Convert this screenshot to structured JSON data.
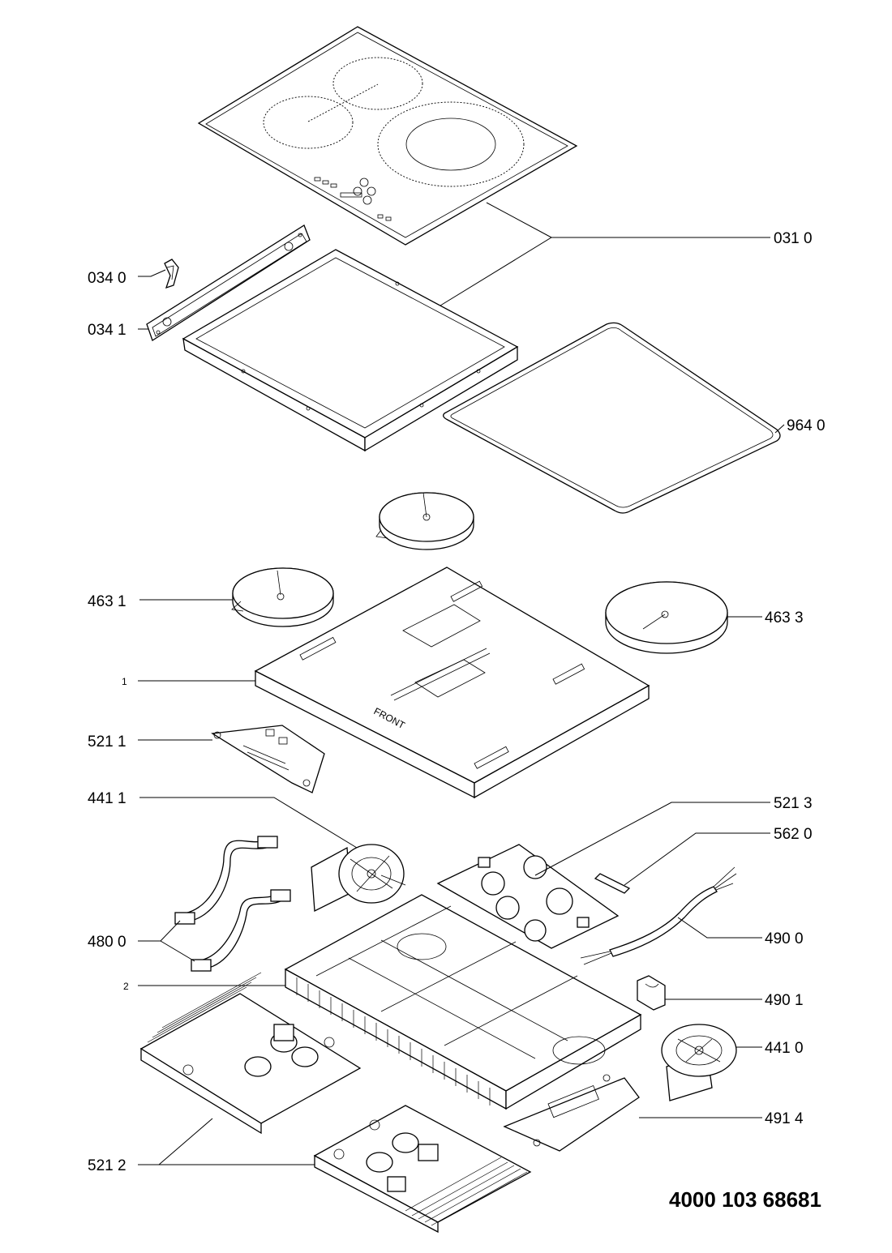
{
  "callouts": {
    "p0310": "031 0",
    "p0340": "034 0",
    "p0341": "034 1",
    "p9640": "964 0",
    "p4631": "463 1",
    "p4633": "463 3",
    "p1": "1",
    "p5211": "521 1",
    "p5213": "521 3",
    "p4411": "441 1",
    "p5620": "562 0",
    "p4800": "480 0",
    "p4900": "490 0",
    "p2": "2",
    "p4901": "490 1",
    "p4410": "441 0",
    "p4914": "491 4",
    "p5212": "521 2"
  },
  "document_number": "4000 103 68681"
}
